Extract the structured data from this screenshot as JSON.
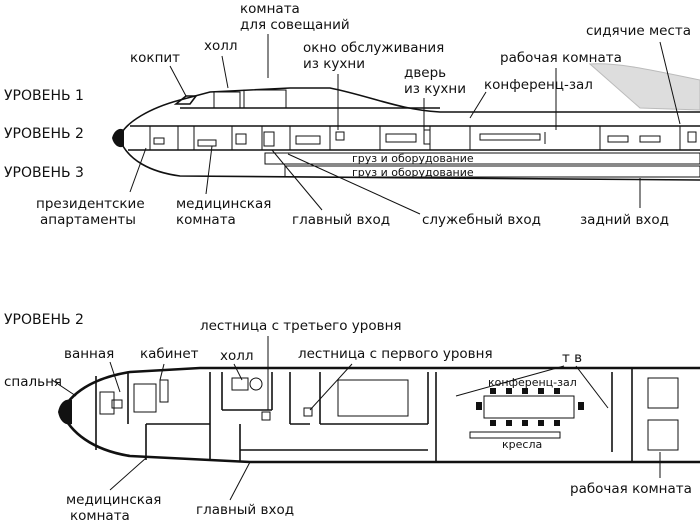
{
  "top": {
    "levels": [
      "УРОВЕНЬ 1",
      "УРОВЕНЬ 2",
      "УРОВЕНЬ 3"
    ],
    "labels": {
      "kokpit": "кокпит",
      "holl": "холл",
      "komnata1": "комната",
      "komnata2": "для совещаний",
      "okno1": "окно обслуживания",
      "okno2": "из кухни",
      "dver1": "дверь",
      "dver2": "из кухни",
      "rabochaya": "рабочая комната",
      "sidyachie": "сидячие места",
      "konferenc": "конференц-зал",
      "prez1": "президентские",
      "prez2": "апартаменты",
      "med1": "медицинская",
      "med2": "комната",
      "glavnyi": "главный вход",
      "sluzhebnyi": "служебный вход",
      "zadnii": "задний вход",
      "gruz1": "груз и оборудование",
      "gruz2": "груз и оборудование"
    }
  },
  "bottom": {
    "level": "УРОВЕНЬ 2",
    "labels": {
      "lestnica3": "лестница с третьего уровня",
      "lestnica1": "лестница с первого уровня",
      "vannaya": "ванная",
      "kabinet": "кабинет",
      "holl": "холл",
      "spalnya": "спальня",
      "tv": "т в",
      "konferenc": "конференц-зал",
      "kresla": "кресла",
      "med1": "медицинская",
      "med2": "комната",
      "glavnyi": "главный вход",
      "rabochaya": "рабочая комната"
    }
  }
}
